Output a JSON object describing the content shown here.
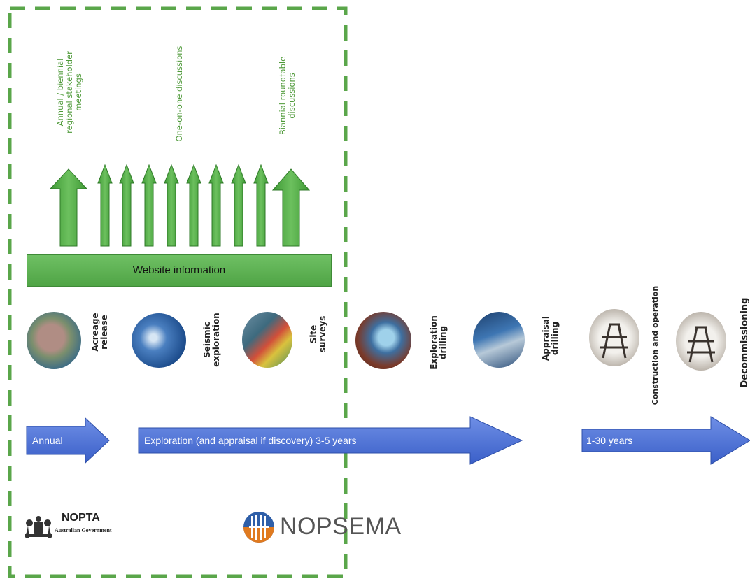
{
  "engagement_labels": [
    {
      "text": "Annual / biennial regional stakeholder meetings",
      "lines": [
        "Annual / biennial",
        "regional stakeholder",
        "meetings"
      ]
    },
    {
      "text": "One-on-one discussions",
      "lines": [
        "One-on-one discussions"
      ]
    },
    {
      "text": "Biannial roundtable discussions",
      "lines": [
        "Biannial roundtable",
        "discussions"
      ]
    }
  ],
  "website_bar": {
    "label": "Website information"
  },
  "stages": [
    {
      "lines": [
        "Acreage",
        "release"
      ],
      "icon": "australia-map-icon"
    },
    {
      "lines": [
        "Seismic",
        "exploration"
      ],
      "icon": "seismic-survey-icon"
    },
    {
      "lines": [
        "Site",
        "surveys"
      ],
      "icon": "seafloor-survey-icon"
    },
    {
      "lines": [
        "Exploration",
        "drilling"
      ],
      "icon": "drill-pipe-icon"
    },
    {
      "lines": [
        "Appraisal",
        "drilling"
      ],
      "icon": "drilling-rig-icon"
    },
    {
      "lines": [
        "Construction and operation"
      ],
      "icon": "platform-icon"
    },
    {
      "lines": [
        "Decommissioning"
      ],
      "icon": "platform-icon"
    }
  ],
  "timeline": {
    "annual": "Annual",
    "exploration": "Exploration (and appraisal if discovery) 3-5 years",
    "production": "1-30 years"
  },
  "logos": {
    "nopta": {
      "name": "NOPTA",
      "sub": "Australian Government"
    },
    "nopsema": {
      "name": "NOPSEMA"
    }
  },
  "colors": {
    "green": "#4fa445",
    "blue": "#4a6fd6",
    "dash": "#5aa64a"
  }
}
